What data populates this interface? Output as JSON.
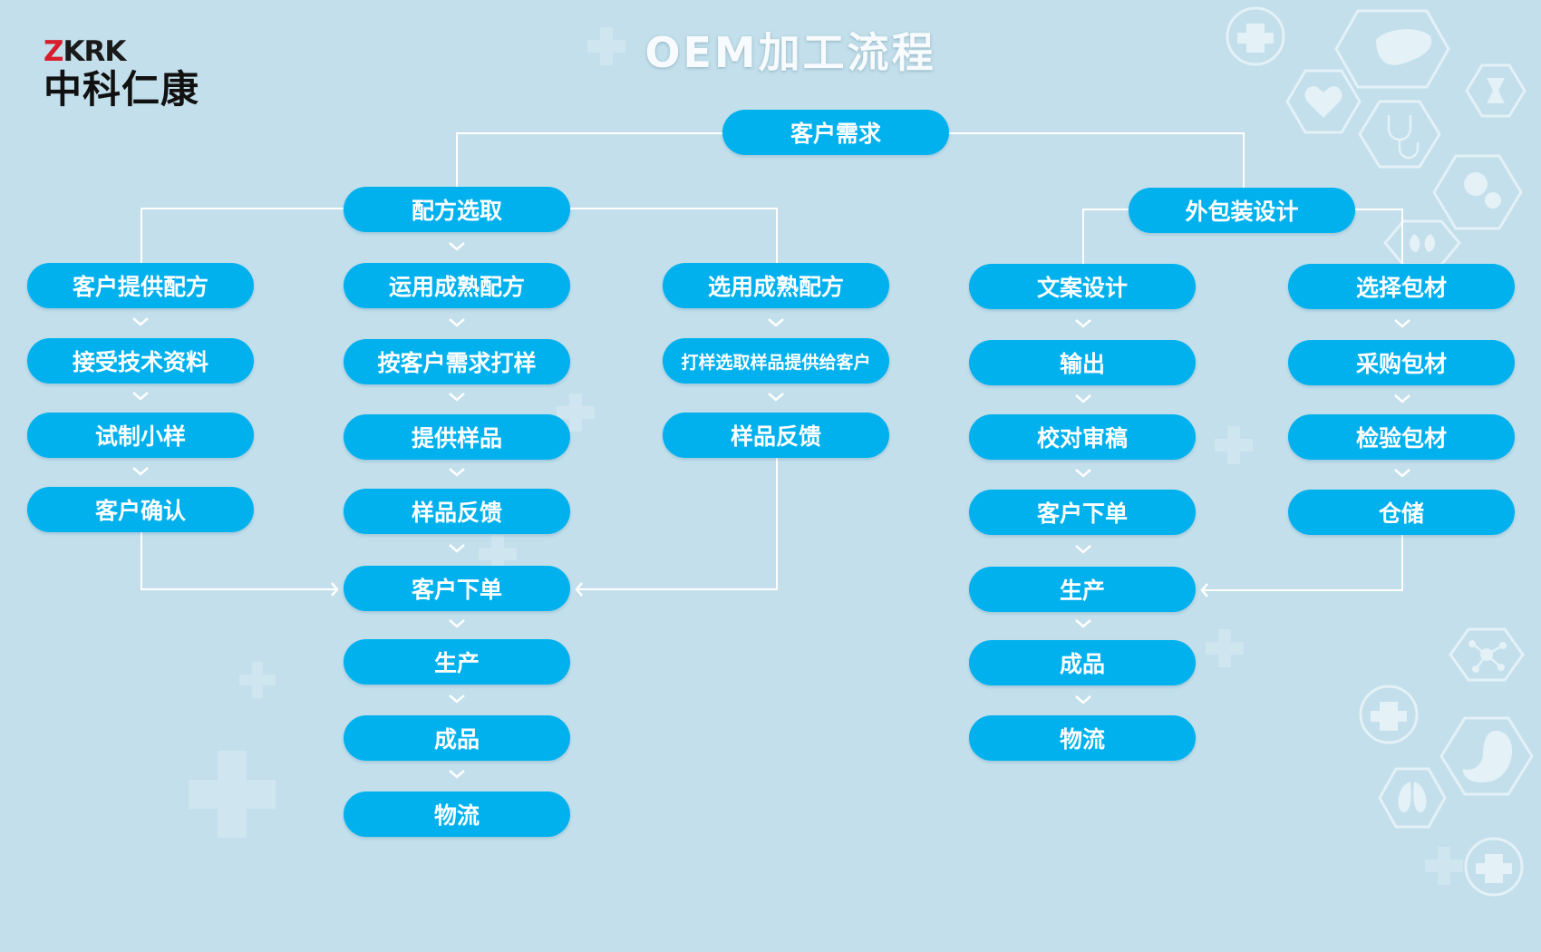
{
  "title": "OEM加工流程",
  "logo": {
    "mark_z": "Z",
    "mark_rest": "KRK",
    "name": "中科仁康"
  },
  "colors": {
    "background": "#c2dfeb",
    "node": "#00b1ee",
    "node_text": "#ffffff",
    "connector": "#ffffff"
  },
  "nodes": {
    "root": "客户需求",
    "formula_select": "配方选取",
    "package_design": "外包装设计",
    "customer_formula": [
      "客户提供配方",
      "接受技术资料",
      "试制小样",
      "客户确认"
    ],
    "mature_formula_use": [
      "运用成熟配方",
      "按客户需求打样",
      "提供样品",
      "样品反馈"
    ],
    "mature_formula_select": [
      "选用成熟配方",
      "打样选取样品提供给客户",
      "样品反馈"
    ],
    "formula_flow": [
      "客户下单",
      "生产",
      "成品",
      "物流"
    ],
    "copy_design": [
      "文案设计",
      "输出",
      "校对审稿",
      "客户下单",
      "生产",
      "成品",
      "物流"
    ],
    "material": [
      "选择包材",
      "采购包材",
      "检验包材",
      "仓储"
    ]
  },
  "icons": [
    "plus-icon",
    "heart-icon",
    "liver-icon",
    "hourglass-icon",
    "stethoscope-icon",
    "cells-icon",
    "kidney-icon",
    "molecule-icon",
    "stomach-icon",
    "lungs-icon"
  ]
}
